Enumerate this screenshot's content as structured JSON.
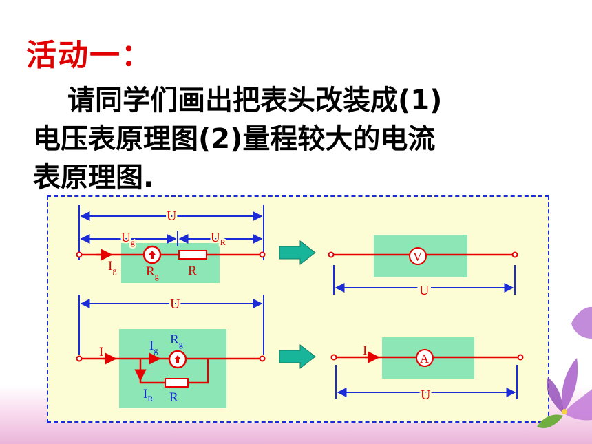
{
  "title": "活动一：",
  "body_lines": [
    "请同学们画出把表头改装成(1)",
    "电压表原理图(2)量程较大的电流",
    "表原理图."
  ],
  "diagram": {
    "voltmeter_circuit": {
      "total_voltage": "U",
      "galvanometer_voltage_main": "U",
      "galvanometer_voltage_sub": "g",
      "resistor_voltage_main": "U",
      "resistor_voltage_sub": "R",
      "current_main": "I",
      "current_sub": "g",
      "galvanometer_resistance_main": "R",
      "galvanometer_resistance_sub": "g",
      "resistor_label": "R"
    },
    "voltmeter_equivalent": {
      "meter_symbol": "V",
      "voltage_label": "U"
    },
    "ammeter_circuit": {
      "total_voltage": "U",
      "total_current": "I",
      "galvanometer_current_main": "I",
      "galvanometer_current_sub": "g",
      "galvanometer_resistance_main": "R",
      "galvanometer_resistance_sub": "g",
      "shunt_current_main": "I",
      "shunt_current_sub": "R",
      "resistor_label": "R"
    },
    "ammeter_equivalent": {
      "meter_symbol": "A",
      "current_label": "I",
      "voltage_label": "U"
    }
  },
  "colors": {
    "title": "#e00000",
    "wire": "#e60000",
    "dimension": "#1b2bd6",
    "highlight_box": "#8de6b5",
    "panel_bg": "#fdfdd5",
    "arrow": "#19b59a"
  }
}
